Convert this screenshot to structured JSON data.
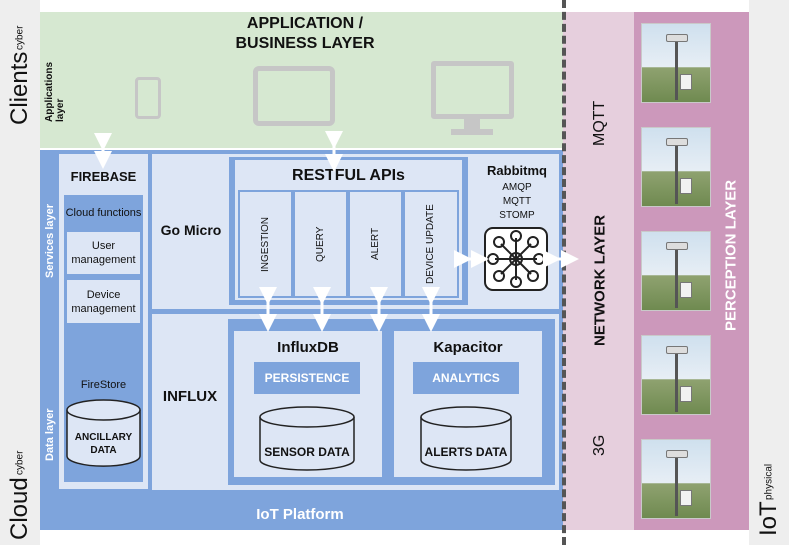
{
  "labels": {
    "clients": "Clients",
    "clients_sub": "cyber",
    "cloud": "Cloud",
    "cloud_sub": "cyber",
    "iot": "IoT",
    "iot_sub": "physical",
    "applications_layer": "Applications layer",
    "services_layer": "Services layer",
    "data_layer": "Data layer",
    "app_title_line1": "APPLICATION /",
    "app_title_line2": "BUSINESS LAYER",
    "network_layer": "NETWORK LAYER",
    "mqtt": "MQTT",
    "g3": "3G",
    "perception_layer": "PERCEPTION LAYER",
    "iot_platform": "IoT Platform"
  },
  "firebase": {
    "title": "FIREBASE",
    "cloud_functions": "Cloud functions",
    "user_management": "User management",
    "device_management": "Device management",
    "firestore": "FireStore",
    "ancillary_data": "ANCILLARY DATA"
  },
  "gomicro": "Go Micro",
  "restful": {
    "title": "RESTFUL APIs",
    "columns": [
      "INGESTION",
      "QUERY",
      "ALERT",
      "DEVICE UPDATE"
    ]
  },
  "rabbitmq": {
    "title": "Rabbitmq",
    "protocols": [
      "AMQP",
      "MQTT",
      "STOMP"
    ]
  },
  "influx": {
    "title": "INFLUX",
    "influxdb": "InfluxDB",
    "persistence": "PERSISTENCE",
    "sensor_data": "SENSOR DATA",
    "kapacitor": "Kapacitor",
    "analytics": "ANALYTICS",
    "alerts_data": "ALERTS DATA"
  },
  "colors": {
    "app_layer_bg": "#d6e8d1",
    "platform_blue": "#7ea4dc",
    "light_box": "#dde6f5",
    "network_bg": "#e6cfdd",
    "perception_bg": "#cc98bb",
    "side_gray": "#eeeeee"
  },
  "icons": [
    "phone-icon",
    "tablet-icon",
    "monitor-icon",
    "hub-icon",
    "weather-station-photo"
  ]
}
